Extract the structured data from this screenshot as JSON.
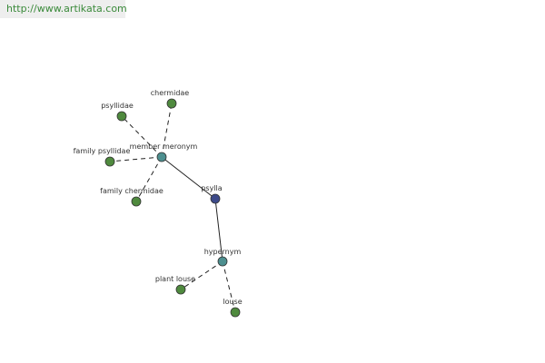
{
  "banner": {
    "url": "http://www.artikata.com"
  },
  "colors": {
    "leaf": "#4f8a3e",
    "relation": "#4d8f8f",
    "center": "#3d4a8a"
  },
  "graph": {
    "nodes": [
      {
        "id": "psylla",
        "label": "psylla",
        "kind": "center"
      },
      {
        "id": "member-meronym",
        "label": "member meronym",
        "kind": "relation"
      },
      {
        "id": "hypernym",
        "label": "hypernym",
        "kind": "relation"
      },
      {
        "id": "psyllidae",
        "label": "psyllidae",
        "kind": "leaf"
      },
      {
        "id": "chermidae",
        "label": "chermidae",
        "kind": "leaf"
      },
      {
        "id": "family-psyllidae",
        "label": "family psyllidae",
        "kind": "leaf"
      },
      {
        "id": "family-chermidae",
        "label": "family chermidae",
        "kind": "leaf"
      },
      {
        "id": "plant-louse",
        "label": "plant louse",
        "kind": "leaf"
      },
      {
        "id": "louse",
        "label": "louse",
        "kind": "leaf"
      }
    ],
    "edges": [
      {
        "from": "psylla",
        "to": "member-meronym",
        "style": "solid"
      },
      {
        "from": "psylla",
        "to": "hypernym",
        "style": "solid"
      },
      {
        "from": "member-meronym",
        "to": "psyllidae",
        "style": "dashed"
      },
      {
        "from": "member-meronym",
        "to": "chermidae",
        "style": "dashed"
      },
      {
        "from": "member-meronym",
        "to": "family-psyllidae",
        "style": "dashed"
      },
      {
        "from": "member-meronym",
        "to": "family-chermidae",
        "style": "dashed"
      },
      {
        "from": "hypernym",
        "to": "plant-louse",
        "style": "dashed"
      },
      {
        "from": "hypernym",
        "to": "louse",
        "style": "dashed"
      }
    ]
  }
}
